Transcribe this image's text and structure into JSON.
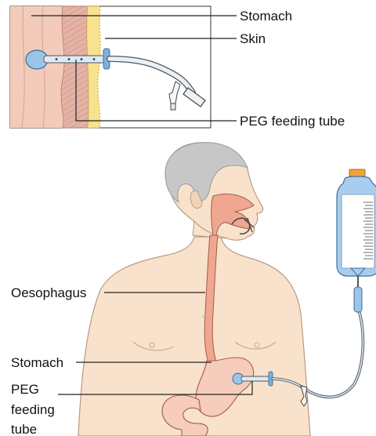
{
  "inset": {
    "labels": {
      "stomach": "Stomach",
      "skin": "Skin",
      "peg": "PEG feeding tube"
    }
  },
  "body": {
    "labels": {
      "oesophagus": "Oesophagus",
      "stomach": "Stomach",
      "peg_line1": "PEG",
      "peg_line2": "feeding",
      "peg_line3": "tube"
    }
  },
  "colors": {
    "skin": "#f6dfc6",
    "skin_outline": "#b99a80",
    "hair": "#c9c9c9",
    "stomach_wall": "#f2c7b7",
    "muscle": "#d9a99a",
    "fat": "#f7e08a",
    "tube": "#8fb9d8",
    "bag": "#a9cdee",
    "bag_cap": "#f0a33a"
  }
}
